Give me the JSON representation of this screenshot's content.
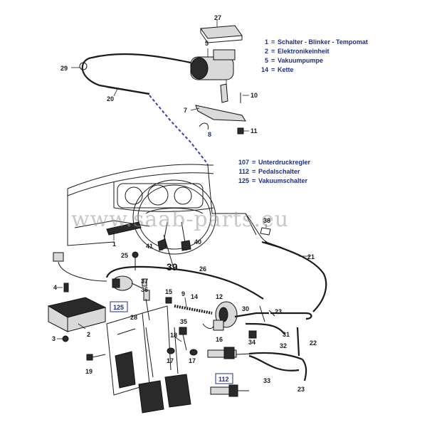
{
  "watermark": "www.saab-parts.eu",
  "legend_top": [
    {
      "num": "1",
      "sep": "=",
      "name": "Schalter - Blinker - Tempomat"
    },
    {
      "num": "2",
      "sep": "=",
      "name": "Elektronikeinheit"
    },
    {
      "num": "5",
      "sep": "=",
      "name": "Vakuumpumpe"
    },
    {
      "num": "14",
      "sep": "=",
      "name": "Kette"
    }
  ],
  "legend_mid": [
    {
      "num": "107",
      "sep": "=",
      "name": "Unterdruckregler"
    },
    {
      "num": "112",
      "sep": "=",
      "name": "Pedalschalter"
    },
    {
      "num": "125",
      "sep": "=",
      "name": "Vakuumschalter"
    }
  ],
  "callouts": {
    "c27": "27",
    "c5": "5",
    "c29": "29",
    "c20": "20",
    "c10": "10",
    "c7": "7",
    "c8": "8",
    "c11": "11",
    "c38": "38",
    "c1": "1",
    "c41": "41",
    "c40": "40",
    "c39": "39",
    "c25": "25",
    "c21": "21",
    "c26": "26",
    "c37": "37",
    "c36": "36",
    "c4": "4",
    "c15": "15",
    "c9": "9",
    "c14": "14",
    "c12": "12",
    "c30": "30",
    "c23a": "23",
    "c28": "28",
    "c2": "2",
    "c3": "3",
    "c35": "35",
    "c31": "31",
    "c22": "22",
    "c18": "18",
    "c34": "34",
    "c32": "32",
    "c17a": "17",
    "c17b": "17",
    "c19": "19",
    "c33": "33",
    "c23b": "23",
    "c16": "16"
  },
  "boxed": {
    "b125": "125",
    "b112": "112"
  }
}
